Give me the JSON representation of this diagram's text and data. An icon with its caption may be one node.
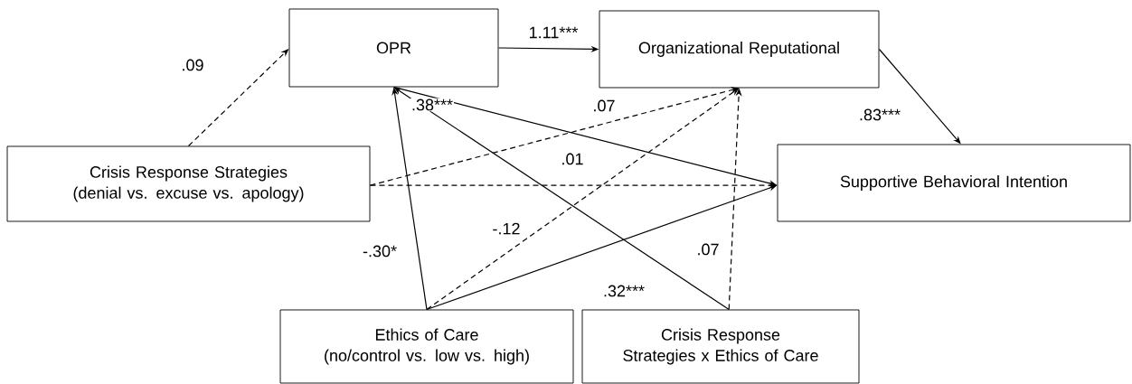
{
  "diagram": {
    "nodes": [
      {
        "text": [
          "OPR"
        ]
      },
      {
        "text": [
          "Organizational Reputational"
        ]
      },
      {
        "text": [
          "Crisis Response Strategies",
          "(denial vs. excuse vs. apology)"
        ]
      },
      {
        "text": [
          "Supportive Behavioral Intention"
        ]
      },
      {
        "text": [
          "Ethics of Care",
          "(no/control vs. low vs. high)"
        ]
      },
      {
        "text": [
          "Crisis Response Strategies x Ethics of Care"
        ]
      }
    ],
    "edges": [
      {
        "from": 2,
        "to": 0,
        "arrow": "to",
        "style": "dashed",
        "label": ".09"
      },
      {
        "from": 0,
        "to": 1,
        "arrow": "to",
        "label": "1.11***"
      },
      {
        "from": 1,
        "to": 3,
        "arrow": "to",
        "label": ".83***"
      },
      {
        "from": 2,
        "to": 1,
        "arrow": "to",
        "style": "dashed",
        "label": ".07"
      },
      {
        "from": 2,
        "to": 3,
        "arrow": "to",
        "style": "dashed",
        "label": ".01"
      },
      {
        "from": 0,
        "to": 3,
        "arrow": "to",
        "label": ".38***"
      },
      {
        "from": 4,
        "to": 0,
        "arrow": "to",
        "label": "-.30*"
      },
      {
        "from": 4,
        "to": 1,
        "arrow": "to",
        "style": "dashed",
        "label": "-.12"
      },
      {
        "from": 4,
        "to": 3,
        "arrow": "to"
      },
      {
        "from": 5,
        "to": 0,
        "arrow": "to",
        "label": ".32***"
      },
      {
        "from": 5,
        "to": 1,
        "arrow": "to",
        "style": "dashed",
        "label": ".07"
      }
    ]
  }
}
